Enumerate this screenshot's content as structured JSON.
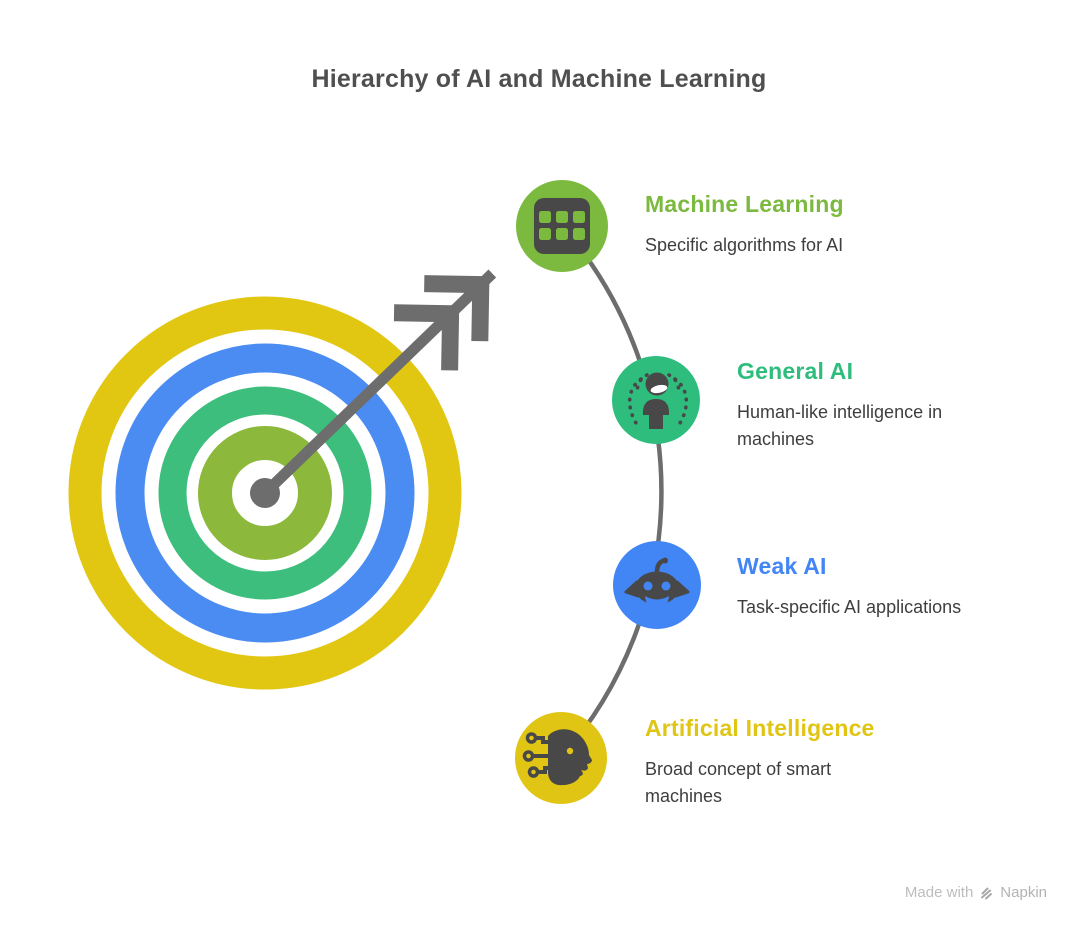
{
  "title": "Hierarchy of AI and Machine Learning",
  "nodes": [
    {
      "id": "machine-learning",
      "label": "Machine Learning",
      "description": "Specific algorithms for AI",
      "color": "#7CB93F",
      "icon": "grid-icon"
    },
    {
      "id": "general-ai",
      "label": "General AI",
      "description": "Human-like intelligence in machines",
      "color": "#2EBD7D",
      "icon": "person-icon"
    },
    {
      "id": "weak-ai",
      "label": "Weak AI",
      "description": "Task-specific AI applications",
      "color": "#4285F4",
      "icon": "robot-icon"
    },
    {
      "id": "artificial-intelligence",
      "label": "Artificial Intelligence",
      "description": "Broad concept of smart machines",
      "color": "#E0C514",
      "icon": "ai-head-icon"
    }
  ],
  "illustration": {
    "name": "bullseye-target-with-arrow",
    "ring_colors": {
      "outer": "#E2C712",
      "second": "#4A8CF2",
      "third": "#3DBE7D",
      "inner": "#8CB93C"
    },
    "arrow_color": "#6D6D6D",
    "connector_color": "#6D6D6D",
    "icon_glyph_color": "#484848"
  },
  "watermark": {
    "prefix": "Made with",
    "brand": "Napkin"
  }
}
